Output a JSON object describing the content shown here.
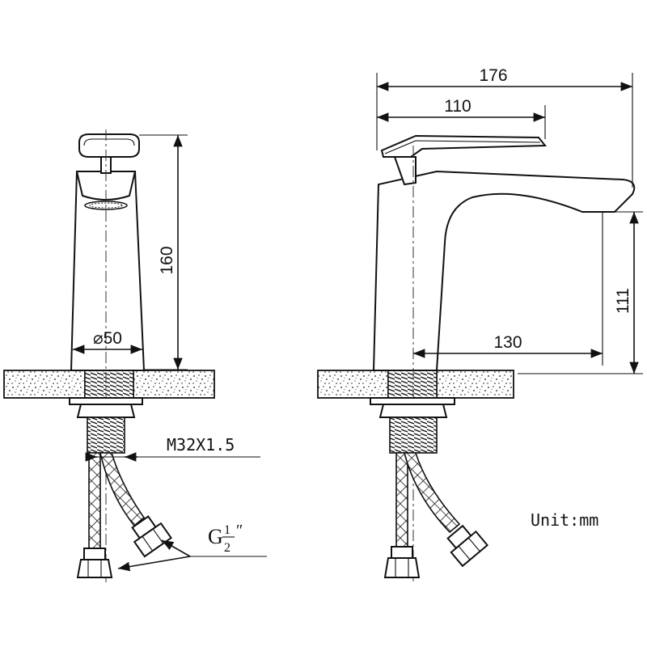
{
  "dimensions": {
    "height_front": "160",
    "base_diameter": "⌀50",
    "thread": "M32X1.5",
    "pipe_thread_g": "G",
    "pipe_thread_num": "1",
    "pipe_thread_den": "2",
    "pipe_thread_mark": "″",
    "total_length": "176",
    "handle_length": "110",
    "spout_reach": "130",
    "spout_height": "111"
  },
  "unit_label": "Unit:mm"
}
